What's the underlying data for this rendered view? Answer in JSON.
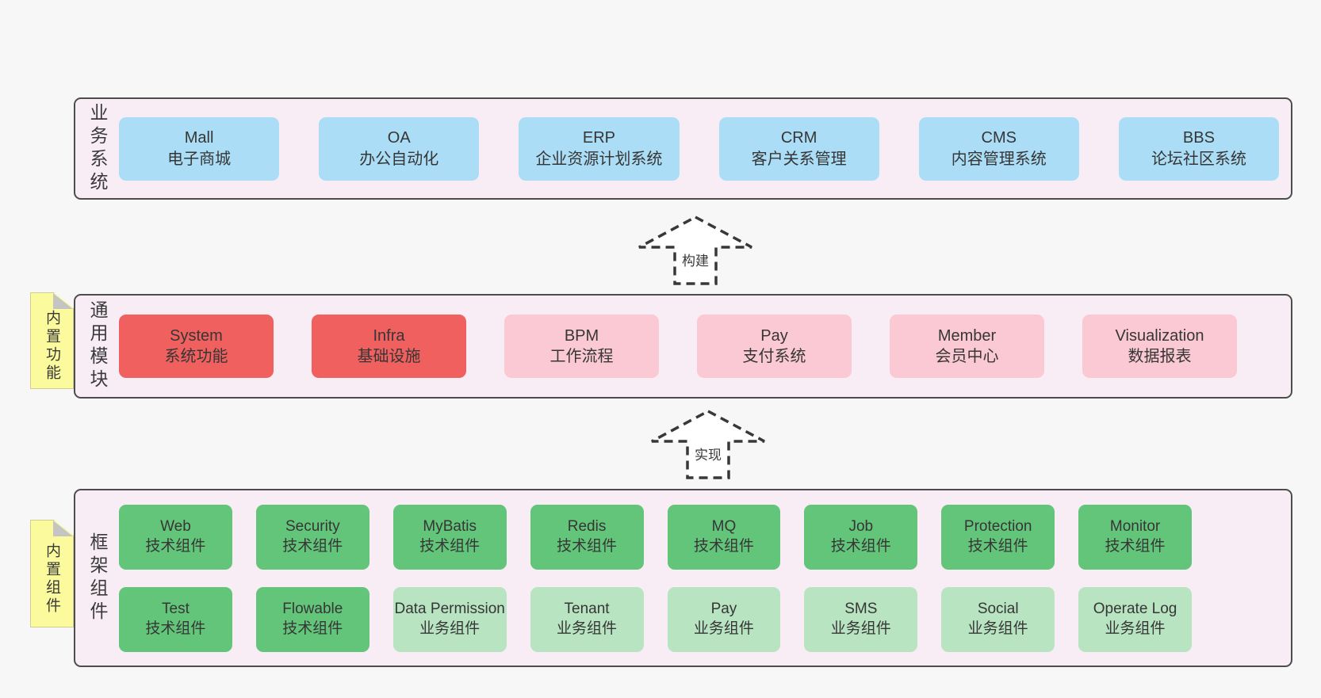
{
  "palette": {
    "layer_bg": "#f8edf5",
    "blue": "#abddf6",
    "red": "#f0605e",
    "pink": "#fbc9d4",
    "green": "#63c57a",
    "light_green": "#b8e4c2",
    "tag_yellow": "#fbfa9d"
  },
  "arrows": [
    {
      "label": "构建"
    },
    {
      "label": "实现"
    }
  ],
  "layers": [
    {
      "label": "业务系统",
      "boxes": [
        {
          "name": "Mall",
          "subtitle": "电子商城",
          "color": "#abddf6"
        },
        {
          "name": "OA",
          "subtitle": "办公自动化",
          "color": "#abddf6"
        },
        {
          "name": "ERP",
          "subtitle": "企业资源计划系统",
          "color": "#abddf6"
        },
        {
          "name": "CRM",
          "subtitle": "客户关系管理",
          "color": "#abddf6"
        },
        {
          "name": "CMS",
          "subtitle": "内容管理系统",
          "color": "#abddf6"
        },
        {
          "name": "BBS",
          "subtitle": "论坛社区系统",
          "color": "#abddf6"
        }
      ]
    },
    {
      "label": "通用模块",
      "tag": "内置功能",
      "boxes": [
        {
          "name": "System",
          "subtitle": "系统功能",
          "color": "#f0605e"
        },
        {
          "name": "Infra",
          "subtitle": "基础设施",
          "color": "#f0605e"
        },
        {
          "name": "BPM",
          "subtitle": "工作流程",
          "color": "#fbc9d4"
        },
        {
          "name": "Pay",
          "subtitle": "支付系统",
          "color": "#fbc9d4"
        },
        {
          "name": "Member",
          "subtitle": "会员中心",
          "color": "#fbc9d4"
        },
        {
          "name": "Visualization",
          "subtitle": "数据报表",
          "color": "#fbc9d4"
        }
      ]
    },
    {
      "label": "框架组件",
      "tag": "内置组件",
      "rows": [
        [
          {
            "name": "Web",
            "subtitle": "技术组件",
            "color": "#63c57a"
          },
          {
            "name": "Security",
            "subtitle": "技术组件",
            "color": "#63c57a"
          },
          {
            "name": "MyBatis",
            "subtitle": "技术组件",
            "color": "#63c57a"
          },
          {
            "name": "Redis",
            "subtitle": "技术组件",
            "color": "#63c57a"
          },
          {
            "name": "MQ",
            "subtitle": "技术组件",
            "color": "#63c57a"
          },
          {
            "name": "Job",
            "subtitle": "技术组件",
            "color": "#63c57a"
          },
          {
            "name": "Protection",
            "subtitle": "技术组件",
            "color": "#63c57a"
          },
          {
            "name": "Monitor",
            "subtitle": "技术组件",
            "color": "#63c57a"
          }
        ],
        [
          {
            "name": "Test",
            "subtitle": "技术组件",
            "color": "#63c57a"
          },
          {
            "name": "Flowable",
            "subtitle": "技术组件",
            "color": "#63c57a"
          },
          {
            "name": "Data Permission",
            "subtitle": "业务组件",
            "color": "#b8e4c2"
          },
          {
            "name": "Tenant",
            "subtitle": "业务组件",
            "color": "#b8e4c2"
          },
          {
            "name": "Pay",
            "subtitle": "业务组件",
            "color": "#b8e4c2"
          },
          {
            "name": "SMS",
            "subtitle": "业务组件",
            "color": "#b8e4c2"
          },
          {
            "name": "Social",
            "subtitle": "业务组件",
            "color": "#b8e4c2"
          },
          {
            "name": "Operate Log",
            "subtitle": "业务组件",
            "color": "#b8e4c2"
          }
        ]
      ]
    }
  ]
}
